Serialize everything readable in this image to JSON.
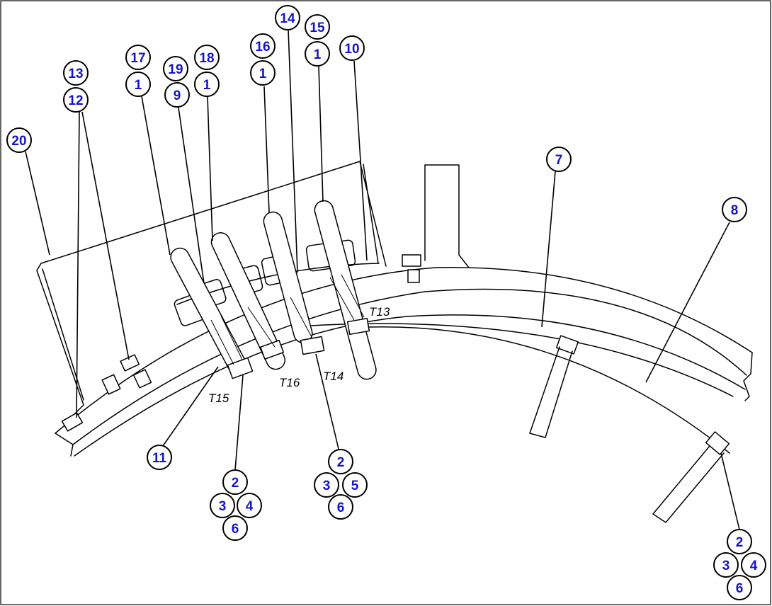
{
  "callouts": [
    {
      "id": "c13",
      "label": "13"
    },
    {
      "id": "c12",
      "label": "12"
    },
    {
      "id": "c20",
      "label": "20"
    },
    {
      "id": "c17",
      "label": "17"
    },
    {
      "id": "c17b",
      "label": "1"
    },
    {
      "id": "c19",
      "label": "19"
    },
    {
      "id": "c9",
      "label": "9"
    },
    {
      "id": "c18",
      "label": "18"
    },
    {
      "id": "c18b",
      "label": "1"
    },
    {
      "id": "c16",
      "label": "16"
    },
    {
      "id": "c16b",
      "label": "1"
    },
    {
      "id": "c14",
      "label": "14"
    },
    {
      "id": "c15",
      "label": "15"
    },
    {
      "id": "c15b",
      "label": "1"
    },
    {
      "id": "c10",
      "label": "10"
    },
    {
      "id": "c7",
      "label": "7"
    },
    {
      "id": "c8",
      "label": "8"
    },
    {
      "id": "c11",
      "label": "11"
    },
    {
      "id": "g1_2",
      "label": "2"
    },
    {
      "id": "g1_3",
      "label": "3"
    },
    {
      "id": "g1_4",
      "label": "4"
    },
    {
      "id": "g1_6",
      "label": "6"
    },
    {
      "id": "g2_2",
      "label": "2"
    },
    {
      "id": "g2_3",
      "label": "3"
    },
    {
      "id": "g2_5",
      "label": "5"
    },
    {
      "id": "g2_6",
      "label": "6"
    },
    {
      "id": "g3_2",
      "label": "2"
    },
    {
      "id": "g3_3",
      "label": "3"
    },
    {
      "id": "g3_4",
      "label": "4"
    },
    {
      "id": "g3_6",
      "label": "6"
    }
  ],
  "tube_labels": {
    "t13": "T13",
    "t14": "T14",
    "t15": "T15",
    "t16": "T16"
  }
}
